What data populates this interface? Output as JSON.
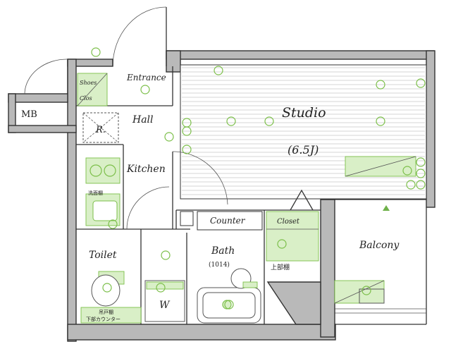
{
  "rooms": {
    "mb": "MB",
    "entrance": "Entrance",
    "shoes_top": "Shoes",
    "shoes_bottom": "Clos",
    "hall": "Hall",
    "refrigerator": "R.",
    "kitchen": "Kitchen",
    "studio": "Studio",
    "studio_size": "(6.5J)",
    "counter": "Counter",
    "closet": "Closet",
    "upper_shelf": "上部棚",
    "balcony": "Balcony",
    "toilet": "Toilet",
    "bath": "Bath",
    "bath_size": "(1014)",
    "washer": "W",
    "sink_label": "洗面棚",
    "sink_counter_top": "吊戸棚",
    "sink_counter_bottom": "下部カウンター"
  },
  "colors": {
    "wall": "#b9b9b9",
    "equipment": "#d9efc7",
    "equipment_stroke": "#7cbf4a"
  }
}
